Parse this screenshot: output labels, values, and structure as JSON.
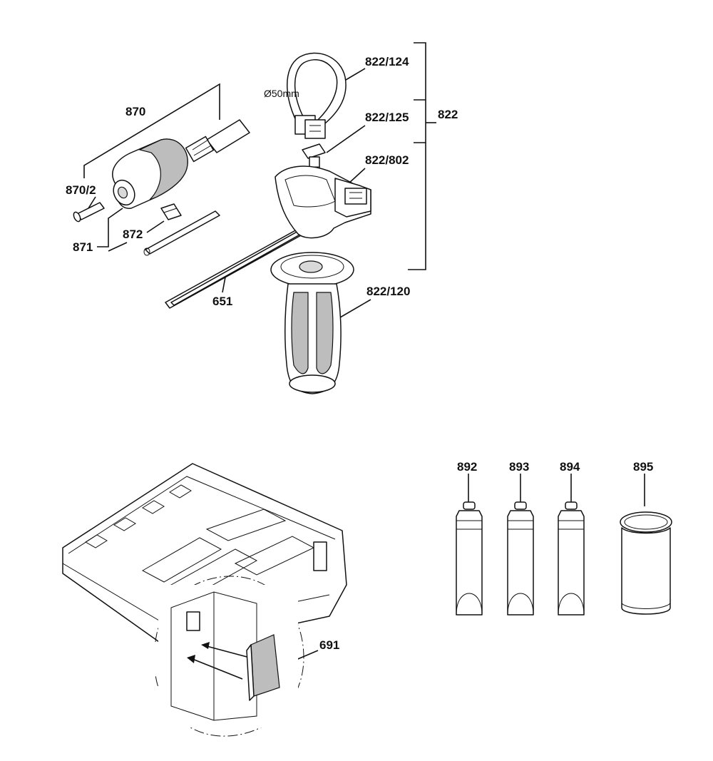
{
  "labels": {
    "l822_124": "822/124",
    "l822_125": "822/125",
    "l822": "822",
    "l822_802": "822/802",
    "l822_120": "822/120",
    "l870": "870",
    "l870_2": "870/2",
    "l871": "871",
    "l872": "872",
    "l651": "651",
    "l691": "691",
    "l892": "892",
    "l893": "893",
    "l894": "894",
    "l895": "895"
  },
  "dimension": "Ø50mm"
}
